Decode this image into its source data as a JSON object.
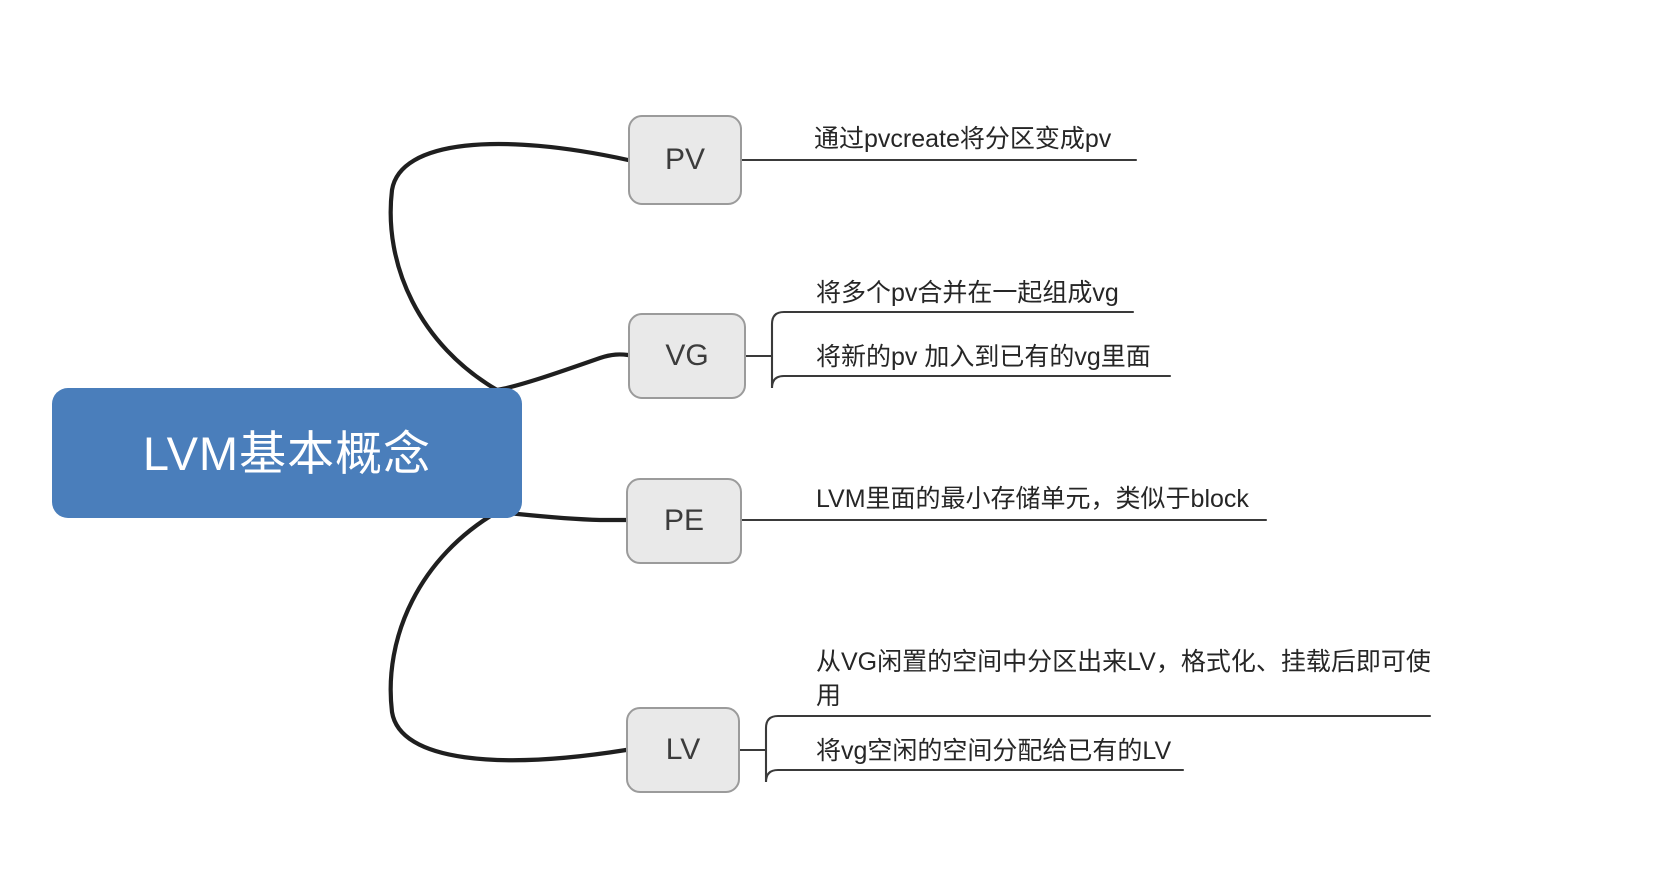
{
  "diagram": {
    "title_node": {
      "label": "LVM基本概念",
      "fill": "#4a7ebb",
      "text_color": "#ffffff"
    },
    "node_style": {
      "fill": "#e9e9e9",
      "border": "#9b9b9b",
      "text_color": "#3c3c3c"
    },
    "connector_color": "#1f1f1f",
    "branches": [
      {
        "label": "PV",
        "leaves": [
          "通过pvcreate将分区变成pv"
        ]
      },
      {
        "label": "VG",
        "leaves": [
          "将多个pv合并在一起组成vg",
          "将新的pv 加入到已有的vg里面"
        ]
      },
      {
        "label": "PE",
        "leaves": [
          "LVM里面的最小存储单元，类似于block"
        ]
      },
      {
        "label": "LV",
        "leaves": [
          "从VG闲置的空间中分区出来LV，格式化、挂载后即可使用",
          "将vg空闲的空间分配给已有的LV"
        ]
      }
    ]
  }
}
